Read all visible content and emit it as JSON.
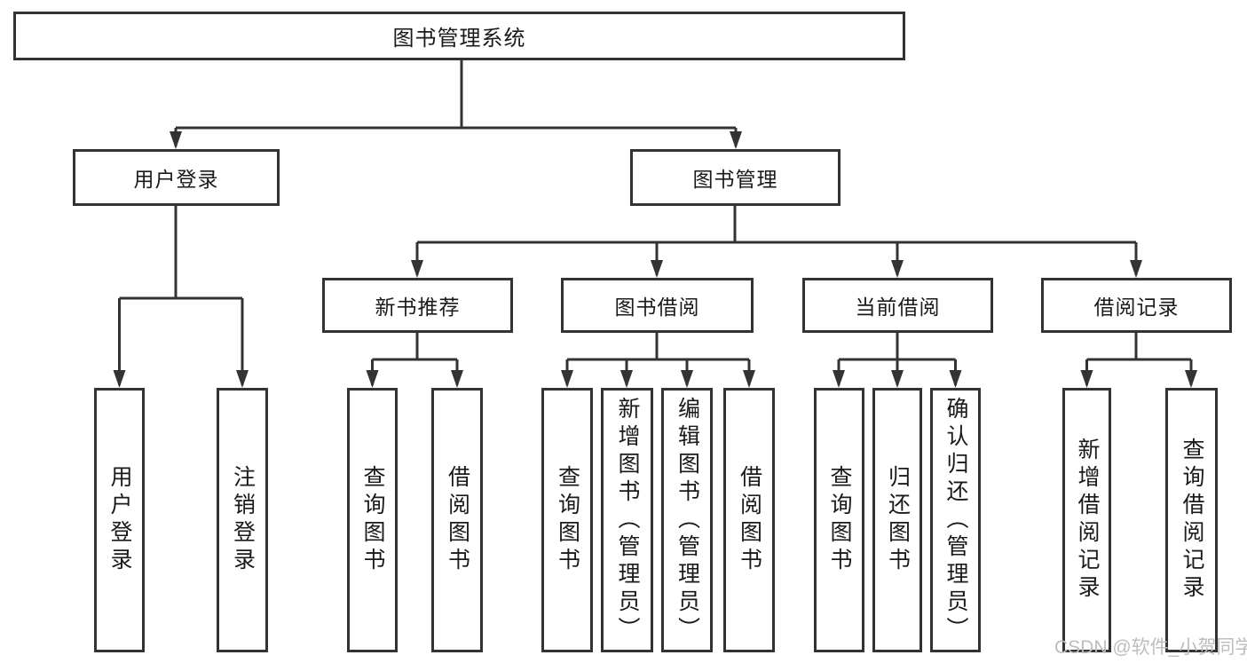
{
  "diagram": {
    "title": "图书管理系统",
    "type": "hierarchy-tree",
    "colors": {
      "line": "#333333",
      "text": "#1a1a1a",
      "watermark": "#bdbdbd",
      "background": "#ffffff"
    },
    "nodes": {
      "root": "图书管理系统",
      "l2": [
        "用户登录",
        "图书管理"
      ],
      "l3": [
        "新书推荐",
        "图书借阅",
        "当前借阅",
        "借阅记录"
      ],
      "leaves_user": [
        "用户登录",
        "注销登录"
      ],
      "leaves_newbook": [
        "查询图书",
        "借阅图书"
      ],
      "leaves_borrow": [
        "查询图书",
        "新增图书（管理员）",
        "编辑图书（管理员）",
        "借阅图书"
      ],
      "leaves_current": [
        "查询图书",
        "归还图书",
        "确认归还（管理员）"
      ],
      "leaves_record": [
        "新增借阅记录",
        "查询借阅记录"
      ]
    },
    "watermark": "CSDN @软件_小贺同学"
  }
}
